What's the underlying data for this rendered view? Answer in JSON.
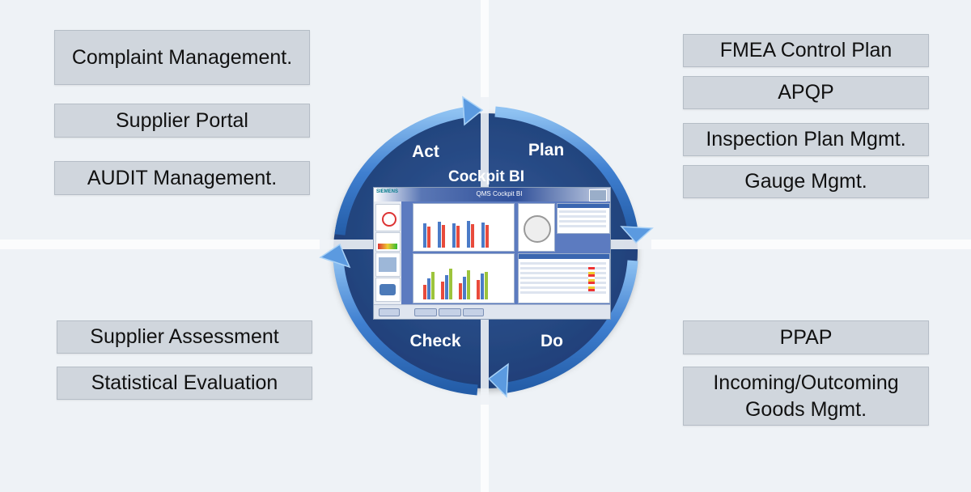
{
  "left_top_items": [
    "Complaint Management.",
    "Supplier Portal",
    "AUDIT Management."
  ],
  "right_top_items": [
    "FMEA Control Plan",
    "APQP",
    "Inspection Plan Mgmt.",
    "Gauge Mgmt."
  ],
  "left_bottom_items": [
    "Supplier Assessment",
    "Statistical Evaluation"
  ],
  "right_bottom_items": [
    "PPAP",
    "Incoming/Outcoming Goods Mgmt."
  ],
  "cycle": {
    "act": "Act",
    "plan": "Plan",
    "check": "Check",
    "do": "Do",
    "center_title": "Cockpit BI"
  },
  "screenshot": {
    "brand": "SIEMENS",
    "title": "QMS Cockpit BI"
  },
  "colors": {
    "background": "#eef2f6",
    "box_fill": "#d0d6dd",
    "ring_blue": "#3f7fd0",
    "cycle_dark": "#2c4f8a"
  }
}
